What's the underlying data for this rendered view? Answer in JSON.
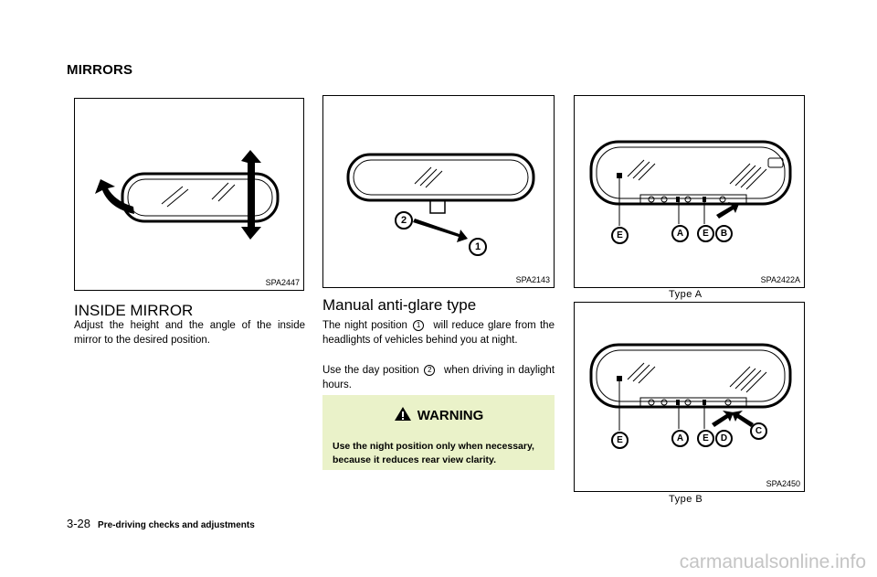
{
  "section_title": "MIRRORS",
  "figures": {
    "fig1": {
      "code": "SPA2447"
    },
    "fig2": {
      "code": "SPA2143",
      "callouts": [
        "2",
        "1"
      ]
    },
    "fig3": {
      "code": "SPA2422A",
      "caption": "Type A",
      "callouts": [
        "E",
        "A",
        "E",
        "B"
      ]
    },
    "fig4": {
      "code": "SPA2450",
      "caption": "Type B",
      "callouts": [
        "E",
        "A",
        "E",
        "D",
        "C"
      ]
    }
  },
  "inside_mirror": {
    "heading": "INSIDE MIRROR",
    "text": "Adjust the height and the angle of the inside mirror to the desired position."
  },
  "anti_glare": {
    "heading": "Manual anti-glare type",
    "p1_a": "The night position",
    "p1_num": "1",
    "p1_b": "will reduce glare from the headlights of vehicles behind you at night.",
    "p2_a": "Use the day position",
    "p2_num": "2",
    "p2_b": "when driving in daylight hours."
  },
  "warning": {
    "title": "WARNING",
    "text": "Use the night position only when necessary, because it reduces rear view clarity."
  },
  "footer": {
    "page": "3-28",
    "chapter": "Pre-driving checks and adjustments"
  },
  "watermark": "carmanualsonline.info",
  "colors": {
    "warning_bg": "#eaf2c9",
    "watermark": "#c4c4c4"
  }
}
